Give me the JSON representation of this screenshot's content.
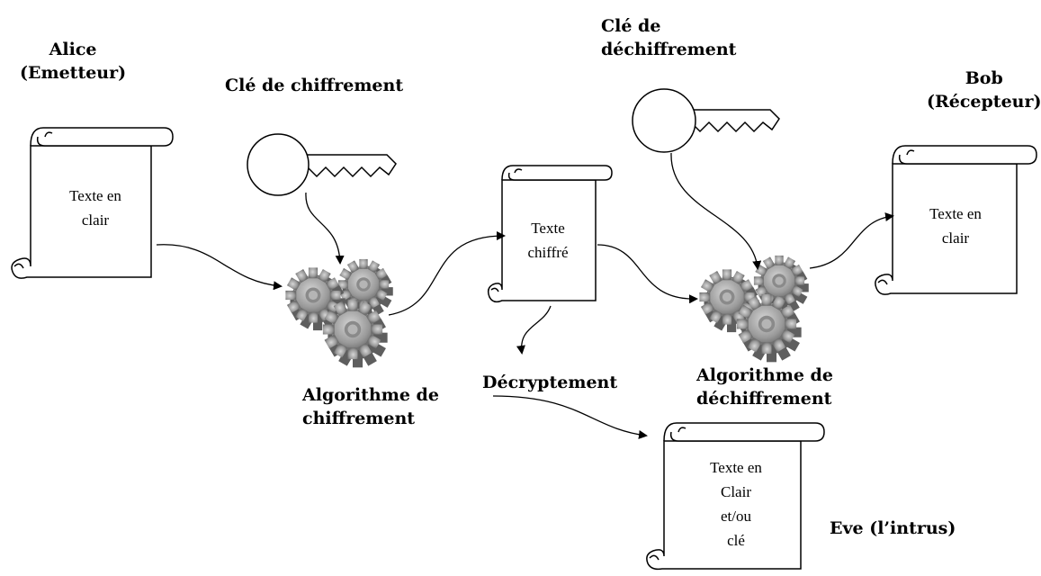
{
  "alice": {
    "line1": "Alice",
    "line2": "(Emetteur)"
  },
  "bob": {
    "line1": "Bob",
    "line2": "(Récepteur)"
  },
  "eve": {
    "label": "Eve (l’intrus)"
  },
  "keys": {
    "encryption": "Clé de chiffrement",
    "decryption_line1": "Clé de",
    "decryption_line2": "déchiffrement"
  },
  "algorithms": {
    "encryption_line1": "Algorithme de",
    "encryption_line2": "chiffrement",
    "decryption_line1": "Algorithme de",
    "decryption_line2": "déchiffrement"
  },
  "attack": {
    "label": "Décryptement"
  },
  "documents": {
    "plaintext_sender": [
      "Texte  en",
      "clair"
    ],
    "ciphertext": [
      "Texte",
      "chiffré"
    ],
    "plaintext_receiver": [
      "Texte  en",
      "clair"
    ],
    "intruder_result": [
      "Texte en",
      "Clair",
      "et/ou",
      "clé"
    ]
  },
  "colors": {
    "ink": "#000000",
    "gear_dark": "#6f6f6f",
    "gear_light": "#bdbdbd"
  }
}
